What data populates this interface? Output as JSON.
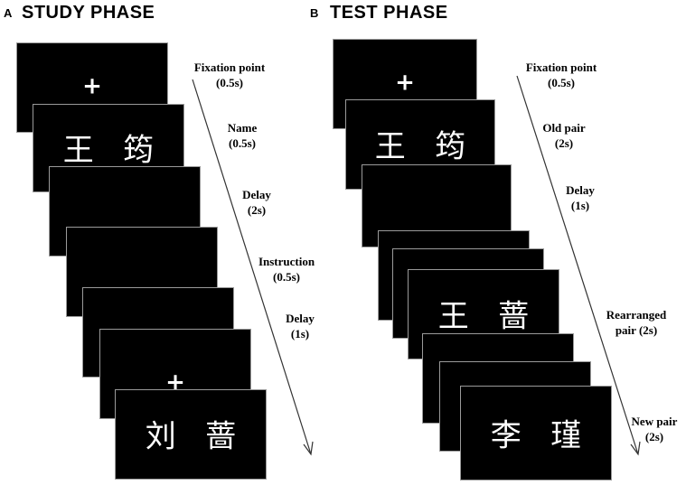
{
  "panel_a": {
    "letter": "A",
    "title": "STUDY PHASE",
    "screens": [
      {
        "content": ""
      },
      {
        "content": "+"
      },
      {
        "content": "王   筠"
      },
      {
        "content": ""
      },
      {
        "content": ""
      },
      {
        "content": ""
      },
      {
        "content": "+"
      },
      {
        "content": "刘   蔷"
      }
    ],
    "steps": [
      {
        "line1": "Fixation point",
        "line2": "(0.5s)"
      },
      {
        "line1": "Name",
        "line2": "(0.5s)"
      },
      {
        "line1": "Delay",
        "line2": "(2s)"
      },
      {
        "line1": "Instruction",
        "line2": "(0.5s)"
      },
      {
        "line1": "Delay",
        "line2": "(1s)"
      }
    ]
  },
  "panel_b": {
    "letter": "B",
    "title": "TEST PHASE",
    "screens": [
      {
        "content": "+"
      },
      {
        "content": "王   筠"
      },
      {
        "content": ""
      },
      {
        "content": ""
      },
      {
        "content": ""
      },
      {
        "content": "王   蔷"
      },
      {
        "content": ""
      },
      {
        "content": ""
      },
      {
        "content": "李   瑾"
      }
    ],
    "steps": [
      {
        "line1": "Fixation point",
        "line2": "(0.5s)"
      },
      {
        "line1": "Old pair",
        "line2": "(2s)"
      },
      {
        "line1": "Delay",
        "line2": "(1s)"
      },
      {
        "line1": "Rearranged",
        "line2": "pair (2s)"
      },
      {
        "line1": "New pair",
        "line2": "(2s)"
      }
    ]
  }
}
